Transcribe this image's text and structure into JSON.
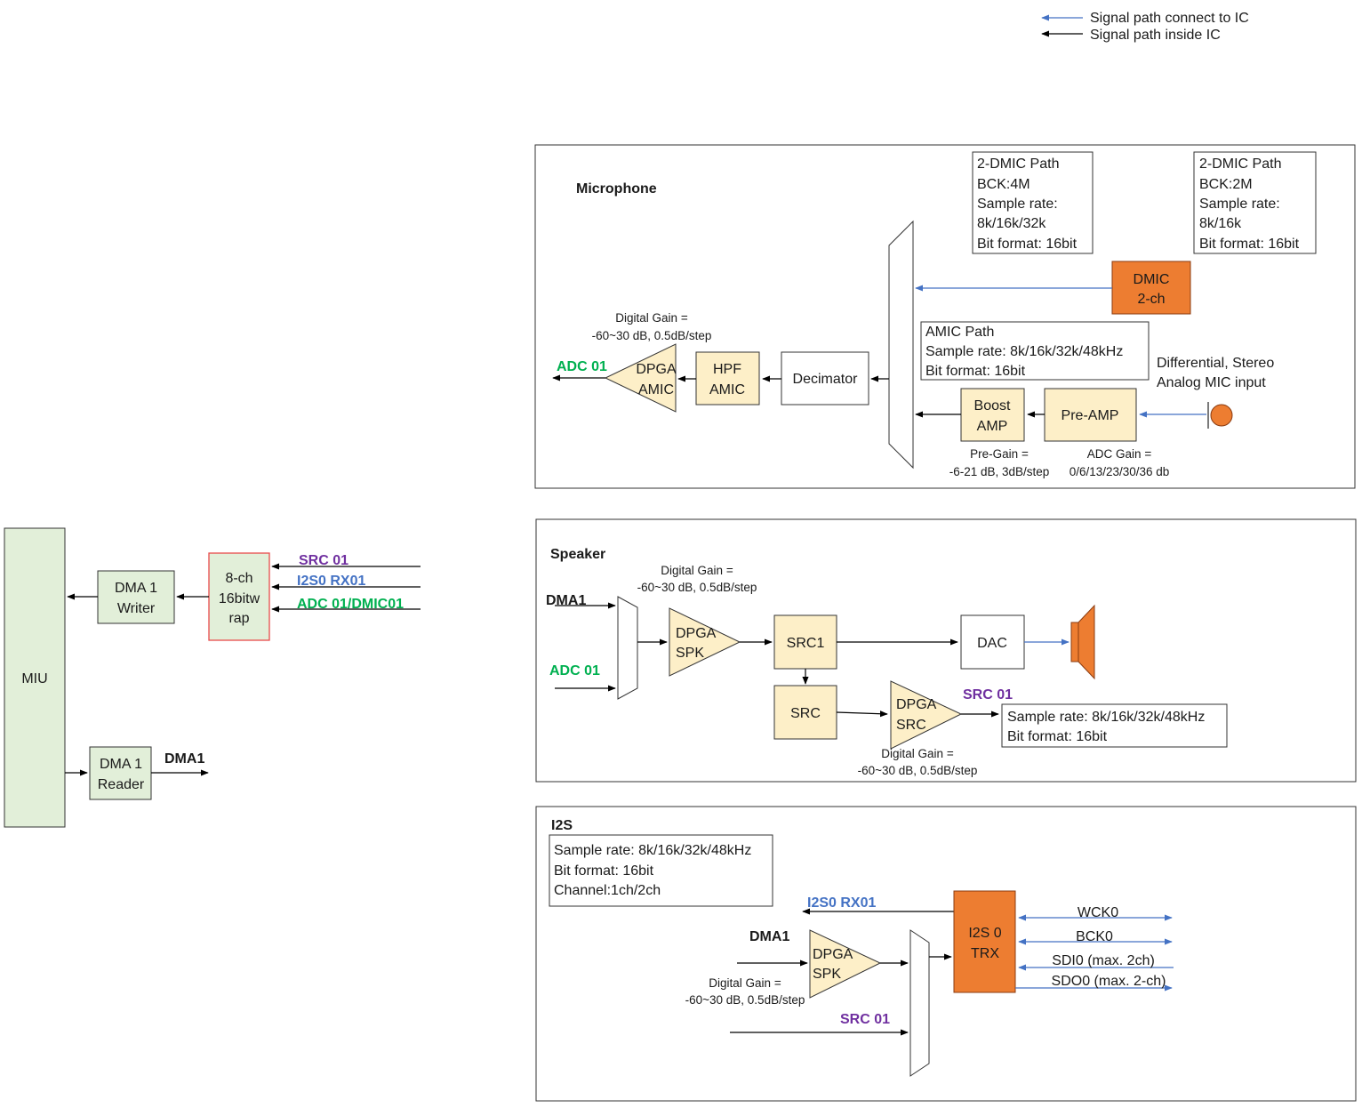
{
  "legend": {
    "connect_ic": "Signal path connect to IC",
    "inside_ic": "Signal path inside IC"
  },
  "colors": {
    "green_block": "#e2efd9",
    "yellow_block": "#fdefc8",
    "orange_block": "#ed7d31",
    "blue_arrow": "#4472c4",
    "purple_text": "#7030a0",
    "blue_text": "#4472c4",
    "green_text": "#00b050",
    "red_border": "#e84a4a"
  },
  "left": {
    "miu": "MIU",
    "dma_writer": [
      "DMA 1",
      "Writer"
    ],
    "wrap": [
      "8-ch",
      "16bitw",
      "rap"
    ],
    "inputs": [
      "SRC 01",
      "I2S0 RX01",
      "ADC 01/DMIC01"
    ],
    "dma_reader": [
      "DMA 1",
      "Reader"
    ],
    "dma_reader_out": "DMA1"
  },
  "microphone": {
    "title": "Microphone",
    "dmic_path_4m": [
      "2-DMIC Path",
      "BCK:4M",
      "Sample rate:",
      "8k/16k/32k",
      "Bit format: 16bit"
    ],
    "dmic_path_2m": [
      "2-DMIC Path",
      "BCK:2M",
      "Sample rate:",
      "8k/16k",
      "Bit format: 16bit"
    ],
    "dmic_block": [
      "DMIC",
      "2-ch"
    ],
    "amic_path": [
      "AMIC Path",
      "Sample rate: 8k/16k/32k/48kHz",
      "Bit format: 16bit"
    ],
    "analog_input": [
      "Differential, Stereo",
      "Analog MIC input"
    ],
    "pre_amp": "Pre-AMP",
    "boost_amp": [
      "Boost",
      "AMP"
    ],
    "pre_gain": [
      "Pre-Gain =",
      "-6-21 dB, 3dB/step"
    ],
    "adc_gain": [
      "ADC Gain =",
      "0/6/13/23/30/36 db"
    ],
    "decimator": "Decimator",
    "hpf": [
      "HPF",
      "AMIC"
    ],
    "dpga": [
      "DPGA",
      "AMIC"
    ],
    "digital_gain": [
      "Digital Gain =",
      "-60~30 dB, 0.5dB/step"
    ],
    "output": "ADC 01"
  },
  "speaker": {
    "title": "Speaker",
    "inputs": [
      "DMA1",
      "ADC 01"
    ],
    "digital_gain_top": [
      "Digital Gain =",
      "-60~30 dB, 0.5dB/step"
    ],
    "dpga_spk": [
      "DPGA",
      "SPK"
    ],
    "src1": "SRC1",
    "dac": "DAC",
    "src": "SRC",
    "dpga_src": [
      "DPGA",
      "SRC"
    ],
    "digital_gain_bottom": [
      "Digital Gain =",
      "-60~30 dB, 0.5dB/step"
    ],
    "output": "SRC 01",
    "info": [
      "Sample rate: 8k/16k/32k/48kHz",
      "Bit format: 16bit"
    ]
  },
  "i2s": {
    "title": "I2S",
    "info": [
      "Sample rate: 8k/16k/32k/48kHz",
      "Bit format: 16bit",
      "Channel:1ch/2ch"
    ],
    "rx_output": "I2S0 RX01",
    "dma_input": "DMA1",
    "dpga_spk": [
      "DPGA",
      "SPK"
    ],
    "digital_gain": [
      "Digital Gain =",
      "-60~30 dB, 0.5dB/step"
    ],
    "src_input": "SRC 01",
    "trx": [
      "I2S 0",
      "TRX"
    ],
    "pins": [
      "WCK0",
      "BCK0",
      "SDI0 (max. 2ch)",
      "SDO0 (max. 2-ch)"
    ]
  }
}
